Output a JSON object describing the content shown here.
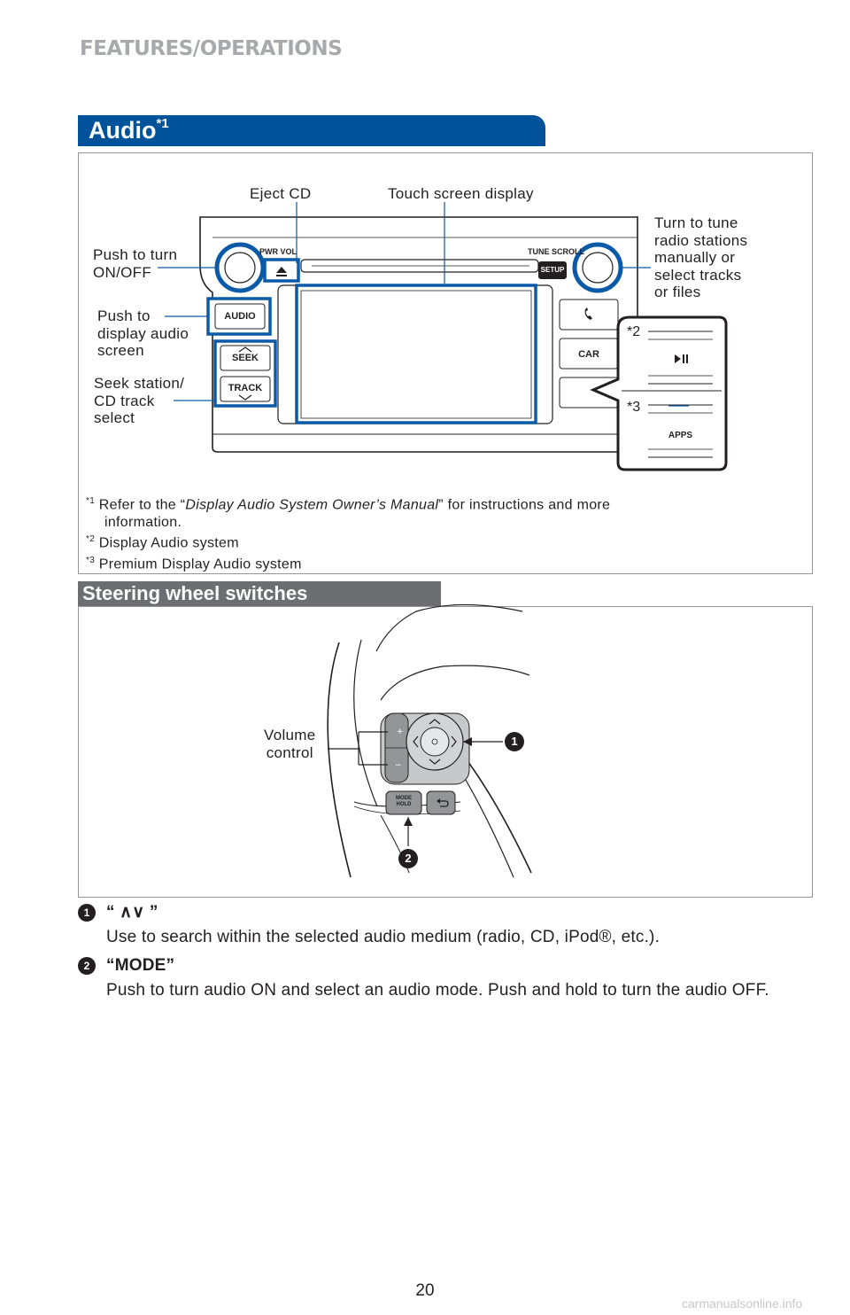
{
  "header": {
    "title": "FEATURES/OPERATIONS"
  },
  "audio_section": {
    "title": "Audio",
    "title_sup": "*1",
    "callouts": {
      "eject": "Eject CD",
      "touch": "Touch screen display",
      "tune": [
        "Turn to tune",
        "radio stations",
        "manually or",
        "select tracks",
        "or files"
      ],
      "power": [
        "Push to turn",
        "ON/OFF"
      ],
      "audio": [
        "Push to",
        "display audio",
        "screen"
      ],
      "seek": [
        "Seek station/",
        "CD track",
        "select"
      ]
    },
    "unit_labels": {
      "pwr_vol": "PWR VOL",
      "tune_scroll": "TUNE SCROLL",
      "setup": "SETUP",
      "audio_btn": "AUDIO",
      "seek_btn": "SEEK",
      "track_btn": "TRACK",
      "car_btn": "CAR",
      "apps_btn": "APPS",
      "inset_2": "*2",
      "inset_3": "*3"
    },
    "footnotes": {
      "f1_mark": "*1",
      "f1_text_a": " Refer to the “",
      "f1_italic": "Display Audio System Owner’s Manual",
      "f1_text_b": "” for instructions and more",
      "f1_line2": "information.",
      "f2_mark": "*2",
      "f2_text": " Display Audio system",
      "f3_mark": "*3",
      "f3_text": " Premium Display Audio system"
    }
  },
  "steering_section": {
    "title": "Steering wheel switches",
    "volume_label": [
      "Volume",
      "control"
    ],
    "mode_btn": [
      "MODE",
      "HOLD"
    ],
    "badge1": "1",
    "badge2": "2"
  },
  "descriptions": [
    {
      "num": "1",
      "title": "“ ∧∨ ”",
      "text": "Use to search within the selected audio medium (radio, CD, iPod®, etc.)."
    },
    {
      "num": "2",
      "title": "“MODE”",
      "text": "Push to turn audio ON and select an audio mode. Push and hold to turn the audio OFF."
    }
  ],
  "page_number": "20",
  "watermark": "carmanualsonline.info",
  "colors": {
    "brand_blue": "#00539b",
    "header_gray": "#a7a9ac",
    "tab_gray": "#6d6e71",
    "highlight_blue": "#0a5aa8"
  }
}
